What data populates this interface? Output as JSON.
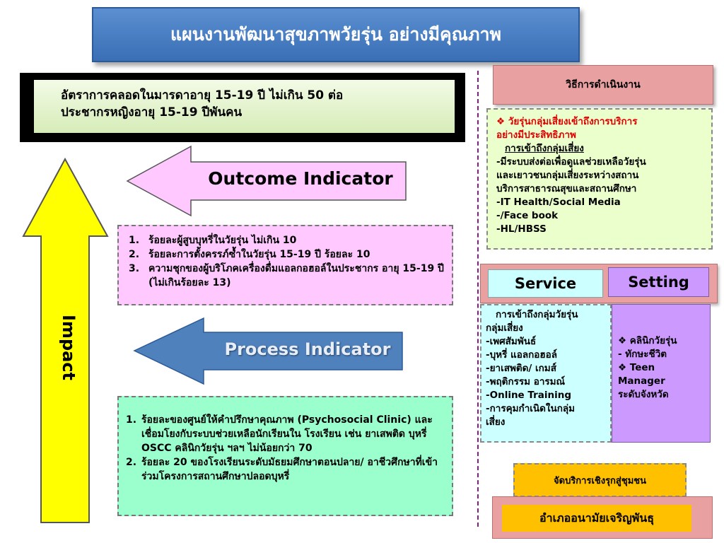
{
  "title": "แผนงานพัฒนาสุขภาพวัยรุ่น อย่างมีคุณภาพ",
  "goal": {
    "line1": "อัตราการคลอดในมารดาอายุ 15-19 ปี ไม่เกิน 50 ต่อ",
    "line2": "ประชากรหญิงอายุ 15-19 ปีพันคน"
  },
  "impact_label": "Impact",
  "outcome_indicator": {
    "label": "Outcome Indicator",
    "items": [
      {
        "num": "1.",
        "text": "ร้อยละผู้สูบบุหรี่ในวัยรุ่น ไม่เกิน 10"
      },
      {
        "num": "2.",
        "text": "ร้อยละการตั้งครรภ์ซ้ำในวัยรุ่น 15-19 ปี ร้อยละ 10"
      },
      {
        "num": "3.",
        "text": "ความชุกของผู้บริโภคเครื่องดื่มแอลกอฮอล์ในประชากร อายุ 15-19 ปี (ไม่เกินร้อยละ 13)"
      }
    ]
  },
  "process_indicator": {
    "label": "Process Indicator",
    "items": [
      {
        "num": "1.",
        "text": "ร้อยละของศูนย์ให้คำปรึกษาคุณภาพ (Psychosocial Clinic) และเชื่อมโยงกับระบบช่วยเหลือนักเรียนใน โรงเรียน เช่น ยาเสพติด บุหรี่ OSCC คลินิกวัยรุ่น ฯลฯ ไม่น้อยกว่า 70"
      },
      {
        "num": "2.",
        "text": "ร้อยละ 20 ของโรงเรียนระดับมัธยมศึกษาตอนปลาย/ อาชีวศึกษาที่เข้าร่วมโครงการสถานศึกษาปลอดบุหรี่"
      }
    ]
  },
  "method": {
    "header": "วิธีการดำเนินงาน",
    "highlight_line1": "❖ วัยรุ่นกลุ่มเสี่ยงเข้าถึงการบริการ",
    "highlight_line2": "อย่างมีประสิทธิภาพ",
    "subheading": "การเข้าถึงกลุ่มเสี่ยง",
    "lines": [
      "-มีระบบส่งต่อเพื่อดูแลช่วยเหลือวัยรุ่น",
      "และเยาวชนกลุ่มเสี่ยงระหว่างสถาน",
      "บริการสาธารณสุขและสถานศึกษา",
      "-IT Health/Social Media",
      "-/Face book",
      "-HL/HBSS"
    ]
  },
  "service": {
    "header": "Service",
    "lines": [
      "การเข้าถึงกลุ่มวัยรุ่น",
      "กลุ่มเสี่ยง",
      "-เพศสัมพันธ์",
      "-บุหรี่ แอลกอฮอล์",
      "-ยาเสพติด/ เกมส์",
      "-พฤติกรรม อารมณ์",
      "-Online Training",
      "-การคุมกำเนิดในกลุ่ม",
      "เสี่ยง"
    ]
  },
  "setting": {
    "header": "Setting",
    "lines": [
      "❖ คลินิกวัยรุ่น",
      "-   ทักษะชีวิต",
      "❖ Teen",
      "Manager",
      "ระดับจังหวัด"
    ]
  },
  "community": "จัดบริการเชิงรุกสู่ชุมชน",
  "district": "อำเภออนามัยเจริญพันธุ"
}
